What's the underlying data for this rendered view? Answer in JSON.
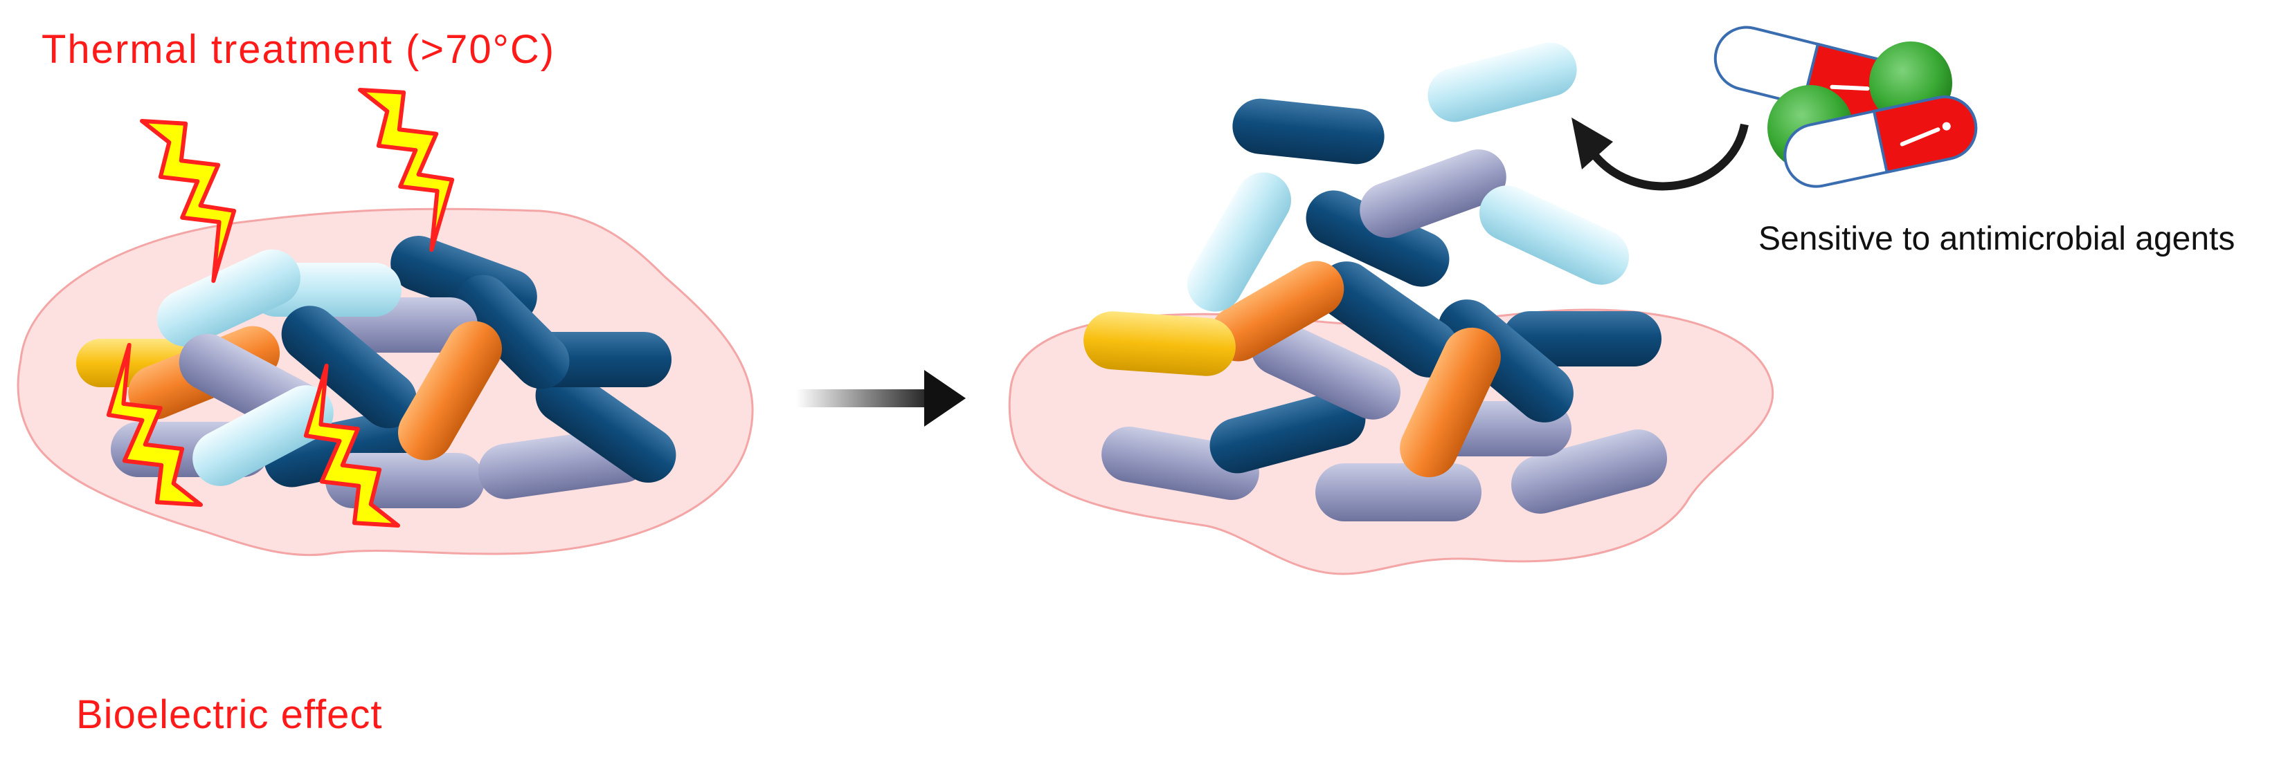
{
  "labels": {
    "thermal": "Thermal treatment (>70°C)",
    "bioelectric": "Bioelectric effect",
    "sensitive": "Sensitive to antimicrobial agents"
  },
  "colors": {
    "background": "#ffffff",
    "biofilm_fill": "#fde0e0",
    "biofilm_stroke": "#f4a5a5",
    "label_red": "#ff1a1a",
    "bolt_fill": "#ffff00",
    "bolt_stroke": "#ff2020",
    "bacteria_dark_blue": "#0e4a78",
    "bacteria_light_blue": "#bfe9f5",
    "bacteria_lavender": "#9a9ec4",
    "bacteria_orange": "#f5822a",
    "bacteria_yellow": "#f8bf10",
    "capsule_red": "#ee1111",
    "capsule_white": "#ffffff",
    "capsule_outline": "#3a6db0",
    "sphere_green": "#3aaa35",
    "arrow": "#1a1a1a"
  },
  "icons": [
    "lightning-bolt-icon",
    "process-arrow-icon",
    "curved-arrow-icon",
    "antibiotic-capsule-icon",
    "cocci-sphere-icon"
  ]
}
